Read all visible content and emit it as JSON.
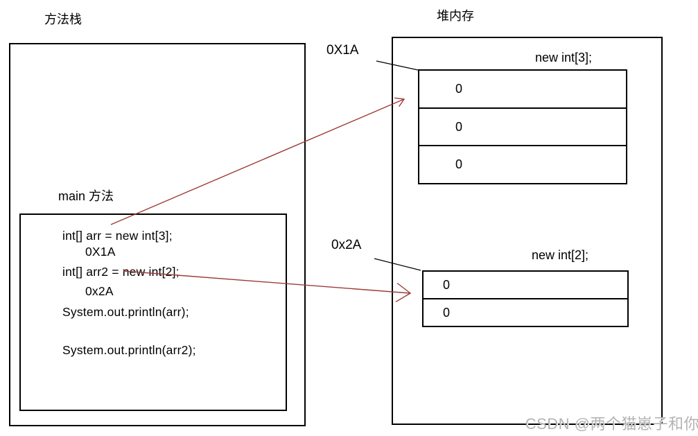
{
  "titles": {
    "stack": "方法栈",
    "heap": "堆内存"
  },
  "stack": {
    "frame_label": "main 方法",
    "code": [
      {
        "text": "int[] arr = new int[3];"
      },
      {
        "text": "0X1A"
      },
      {
        "text": "int[] arr2 = new int[2];"
      },
      {
        "text": "0x2A"
      },
      {
        "text": "System.out.println(arr);"
      },
      {
        "text": "System.out.println(arr2);"
      }
    ]
  },
  "heap": {
    "arrays": [
      {
        "address": "0X1A",
        "label": "new int[3];",
        "cells": [
          "0",
          "0",
          "0"
        ]
      },
      {
        "address": "0x2A",
        "label": "new int[2];",
        "cells": [
          "0",
          "0"
        ]
      }
    ]
  },
  "watermark": "CSDN @两个猫崽子和你",
  "colors": {
    "arrow_red": "#9e3a38",
    "line_black": "#000000",
    "watermark_gray": "#b3b3b3"
  }
}
